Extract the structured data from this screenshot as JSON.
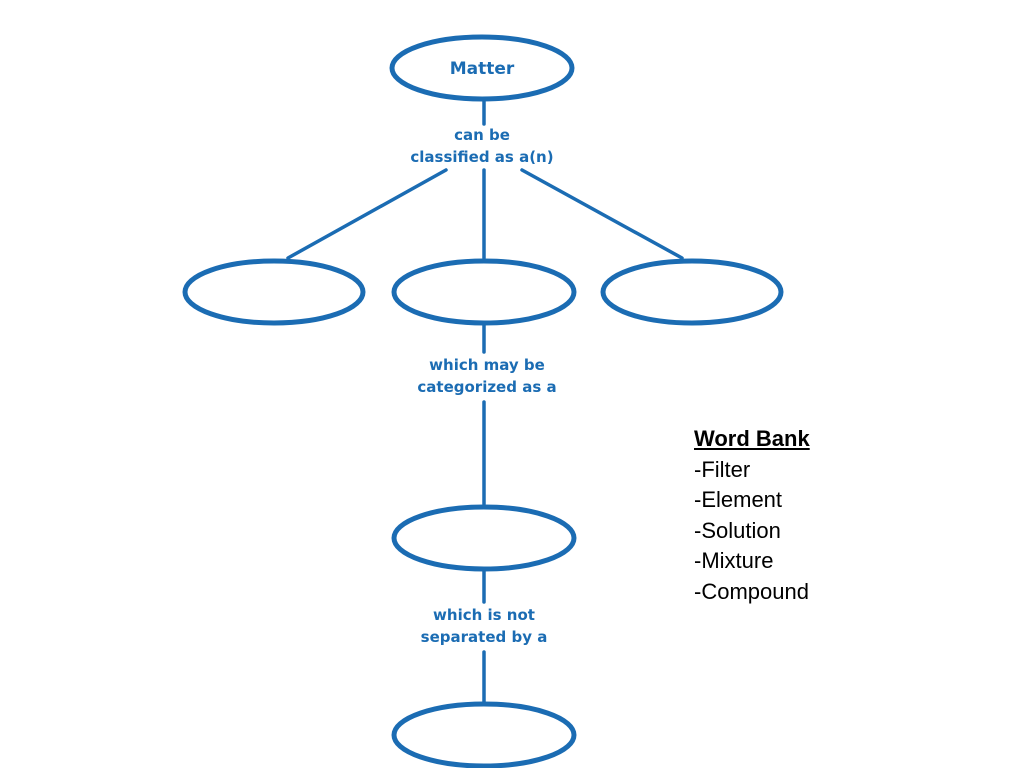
{
  "diagram": {
    "colors": {
      "accent": "#1b6cb3"
    },
    "nodes": {
      "root": {
        "label": "Matter"
      },
      "left": {
        "label": ""
      },
      "center": {
        "label": ""
      },
      "right": {
        "label": ""
      },
      "middle": {
        "label": ""
      },
      "bottom": {
        "label": ""
      }
    },
    "links": {
      "can_be": {
        "line1": "can be",
        "line2": "classified as a(n)"
      },
      "which_may_be": {
        "line1": "which may be",
        "line2": "categorized as a"
      },
      "which_is_not": {
        "line1": "which is not",
        "line2": "separated by a"
      }
    }
  },
  "word_bank": {
    "title": "Word Bank",
    "items": [
      "-Filter",
      "-Element",
      "-Solution",
      "-Mixture",
      "-Compound"
    ]
  }
}
